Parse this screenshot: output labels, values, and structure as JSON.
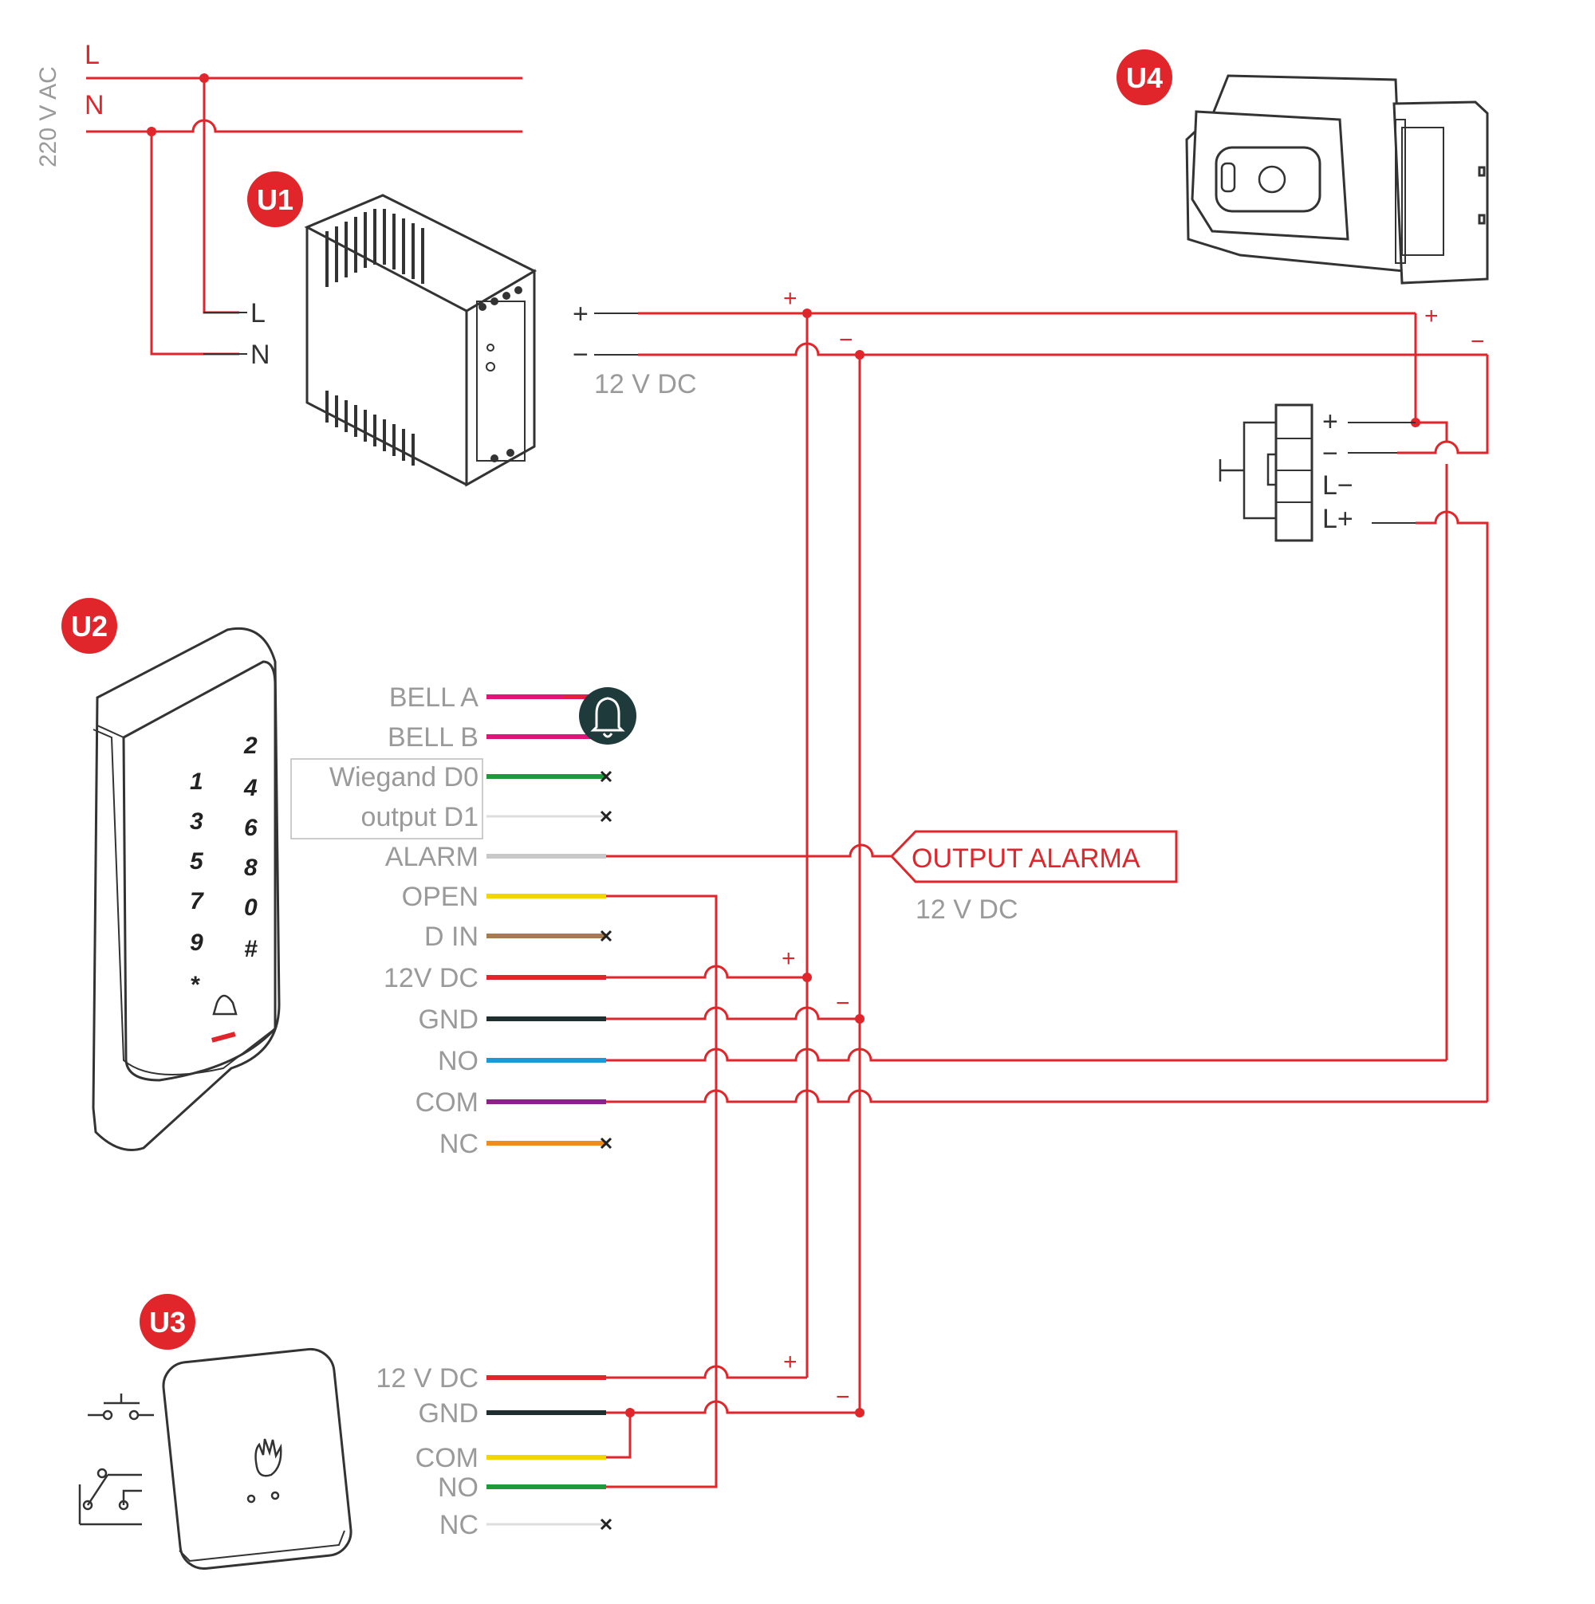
{
  "colors": {
    "wire": "#e0262b",
    "label": "#9a9a9a",
    "device_outline": "#333333",
    "badge": "#e0262b",
    "bell_icon_bg": "#1f3a3a"
  },
  "mains": {
    "voltage_label": "220 V AC",
    "line_label": "L",
    "neutral_label": "N"
  },
  "badges": {
    "u1": "U1",
    "u2": "U2",
    "u3": "U3",
    "u4": "U4"
  },
  "psu": {
    "input_l": "L",
    "input_n": "N",
    "out_plus": "+",
    "out_minus": "−",
    "output_voltage": "12  V DC"
  },
  "bus_signs": {
    "top_plus": "+",
    "top_minus": "−",
    "lock_plus": "+",
    "lock_minus": "−",
    "keypad_plus": "+",
    "keypad_minus": "−",
    "exit_plus": "+",
    "exit_minus": "−"
  },
  "lock_terminals": [
    "+",
    "−",
    "L−",
    "L+"
  ],
  "keypad": {
    "keys_left": [
      "1",
      "3",
      "5",
      "7",
      "9",
      "*"
    ],
    "keys_right": [
      "2",
      "4",
      "6",
      "8",
      "0",
      "#"
    ],
    "wires": [
      {
        "label": "BELL A",
        "color": "#e0157a"
      },
      {
        "label": "BELL B",
        "color": "#e0157a"
      },
      {
        "label": "Wiegand D0",
        "color": "#1f9a3a"
      },
      {
        "label": "output D1",
        "color": "#eeeeee"
      },
      {
        "label": "ALARM",
        "color": "#c8c8c8"
      },
      {
        "label": "OPEN",
        "color": "#f2d600"
      },
      {
        "label": "D IN",
        "color": "#a87a4f"
      },
      {
        "label": "12V DC",
        "color": "#e0262b"
      },
      {
        "label": "GND",
        "color": "#1f2f2f"
      },
      {
        "label": "NO",
        "color": "#1a9ad6"
      },
      {
        "label": "COM",
        "color": "#8e1f8e"
      },
      {
        "label": "NC",
        "color": "#f08c1a"
      }
    ]
  },
  "alarm_output": {
    "label": "OUTPUT ALARMA",
    "voltage": "12 V DC"
  },
  "exit_button": {
    "wires": [
      {
        "label": "12 V DC",
        "color": "#e0262b"
      },
      {
        "label": "GND",
        "color": "#1f2f2f"
      },
      {
        "label": "COM",
        "color": "#f2d600"
      },
      {
        "label": "NO",
        "color": "#1f9a3a"
      },
      {
        "label": "NC",
        "color": "#eeeeee"
      }
    ]
  }
}
